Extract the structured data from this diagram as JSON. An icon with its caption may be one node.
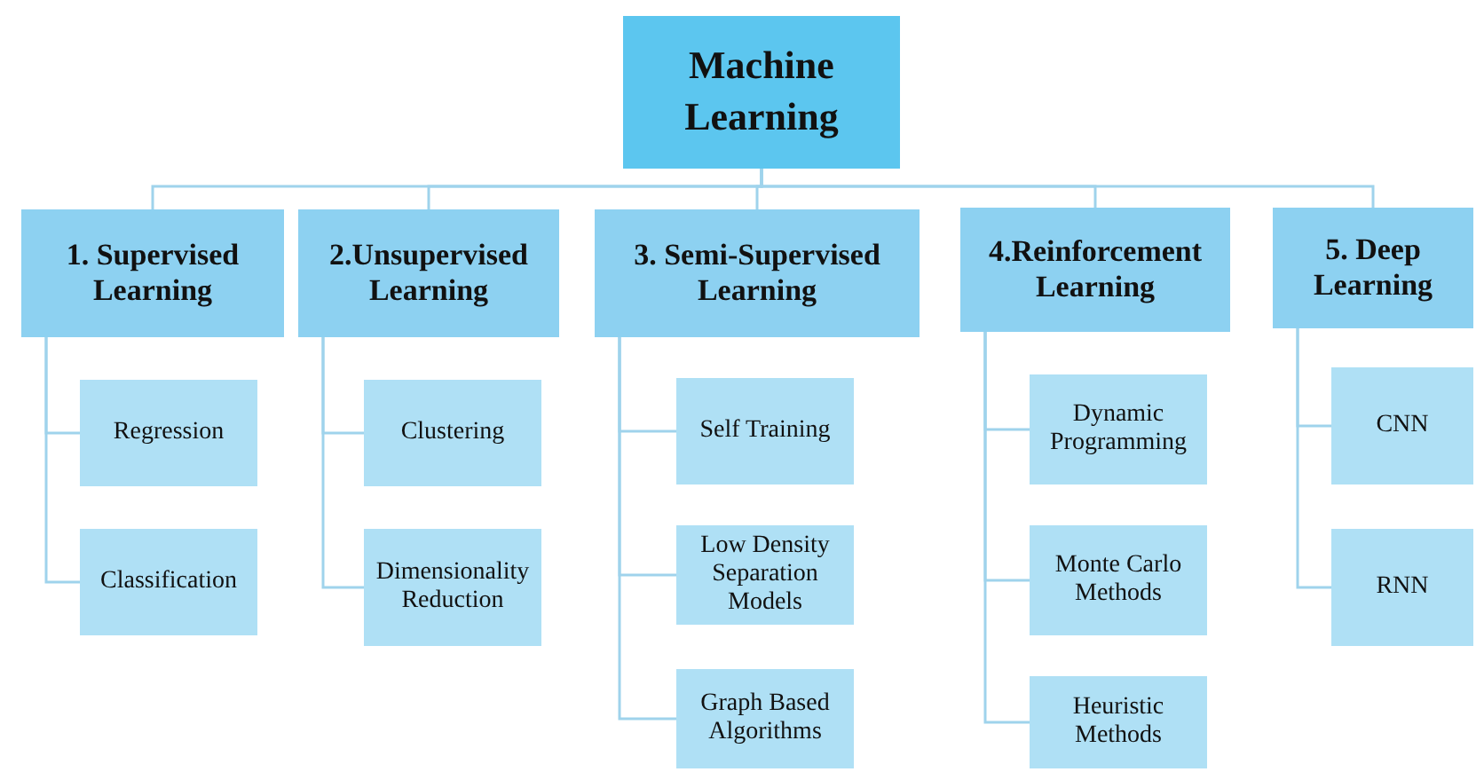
{
  "diagram": {
    "nodes": [
      {
        "text": [
          "Machine Learning"
        ]
      },
      {
        "text": [
          "1. Supervised Learning"
        ]
      },
      {
        "text": [
          "Regression"
        ]
      },
      {
        "text": [
          "Classification"
        ]
      },
      {
        "text": [
          "2.Unsupervised Learning"
        ]
      },
      {
        "text": [
          "Clustering"
        ]
      },
      {
        "text": [
          "Dimensionality Reduction"
        ]
      },
      {
        "text": [
          "3. Semi-Supervised Learning"
        ]
      },
      {
        "text": [
          "Self Training"
        ]
      },
      {
        "text": [
          "Low Density Separation Models"
        ]
      },
      {
        "text": [
          "Graph Based Algorithms"
        ]
      },
      {
        "text": [
          "4.Reinforcement Learning"
        ]
      },
      {
        "text": [
          "Dynamic Programming"
        ]
      },
      {
        "text": [
          "Monte Carlo Methods"
        ]
      },
      {
        "text": [
          "Heuristic Methods"
        ]
      },
      {
        "text": [
          "5. Deep Learning"
        ]
      },
      {
        "text": [
          "CNN"
        ]
      },
      {
        "text": [
          "RNN"
        ]
      }
    ],
    "edges": [
      {
        "from": 0,
        "to": 1,
        "arrow": "none"
      },
      {
        "from": 0,
        "to": 4,
        "arrow": "none"
      },
      {
        "from": 0,
        "to": 7,
        "arrow": "none"
      },
      {
        "from": 0,
        "to": 11,
        "arrow": "none"
      },
      {
        "from": 0,
        "to": 15,
        "arrow": "none"
      },
      {
        "from": 1,
        "to": 2,
        "arrow": "none"
      },
      {
        "from": 1,
        "to": 3,
        "arrow": "none"
      },
      {
        "from": 4,
        "to": 5,
        "arrow": "none"
      },
      {
        "from": 4,
        "to": 6,
        "arrow": "none"
      },
      {
        "from": 7,
        "to": 8,
        "arrow": "none"
      },
      {
        "from": 7,
        "to": 9,
        "arrow": "none"
      },
      {
        "from": 7,
        "to": 10,
        "arrow": "none"
      },
      {
        "from": 11,
        "to": 12,
        "arrow": "none"
      },
      {
        "from": 11,
        "to": 13,
        "arrow": "none"
      },
      {
        "from": 11,
        "to": 14,
        "arrow": "none"
      },
      {
        "from": 15,
        "to": 16,
        "arrow": "none"
      },
      {
        "from": 15,
        "to": 17,
        "arrow": "none"
      }
    ]
  }
}
